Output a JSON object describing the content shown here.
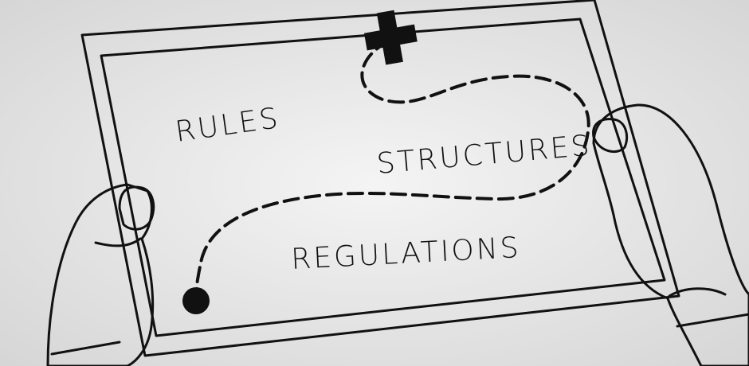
{
  "board": {
    "words": [
      "RULES",
      "STRUCTURES",
      "REGULATIONS"
    ]
  },
  "colors": {
    "background": "#e4e4e4",
    "paper": "#fafafa",
    "ink": "#111111"
  }
}
